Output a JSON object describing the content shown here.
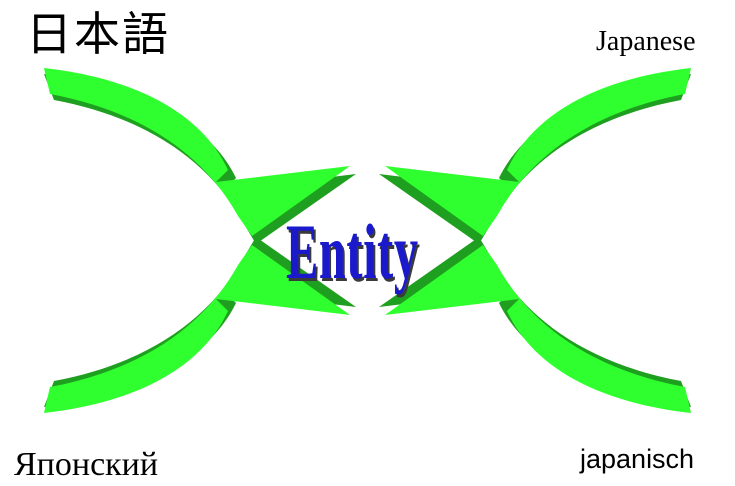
{
  "diagram": {
    "center_label": "Entity",
    "labels": {
      "top_left": "日本語",
      "top_right": "Japanese",
      "bottom_left": "Японский",
      "bottom_right": "japanisch"
    },
    "colors": {
      "arrow_face": "#2fff2f",
      "arrow_side": "#1f9f1f",
      "center_text": "#1a1acc",
      "center_shadow": "#3a3a3a"
    }
  }
}
